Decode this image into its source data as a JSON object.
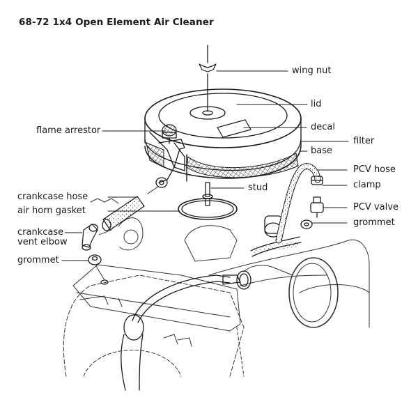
{
  "title": "68-72 1x4 Open Element Air Cleaner",
  "labels": {
    "wing_nut": "wing nut",
    "lid": "lid",
    "decal": "decal",
    "filter": "filter",
    "base": "base",
    "flame_arrestor": "flame arrestor",
    "crankcase_hose": "crankcase hose",
    "air_horn_gasket": "air horn gasket",
    "crankcase_vent_elbow_line1": "crankcase",
    "crankcase_vent_elbow_line2": "vent elbow",
    "grommet_left": "grommet",
    "stud": "stud",
    "pcv_hose": "PCV hose",
    "clamp": "clamp",
    "pcv_valve": "PCV valve",
    "grommet_right": "grommet"
  }
}
